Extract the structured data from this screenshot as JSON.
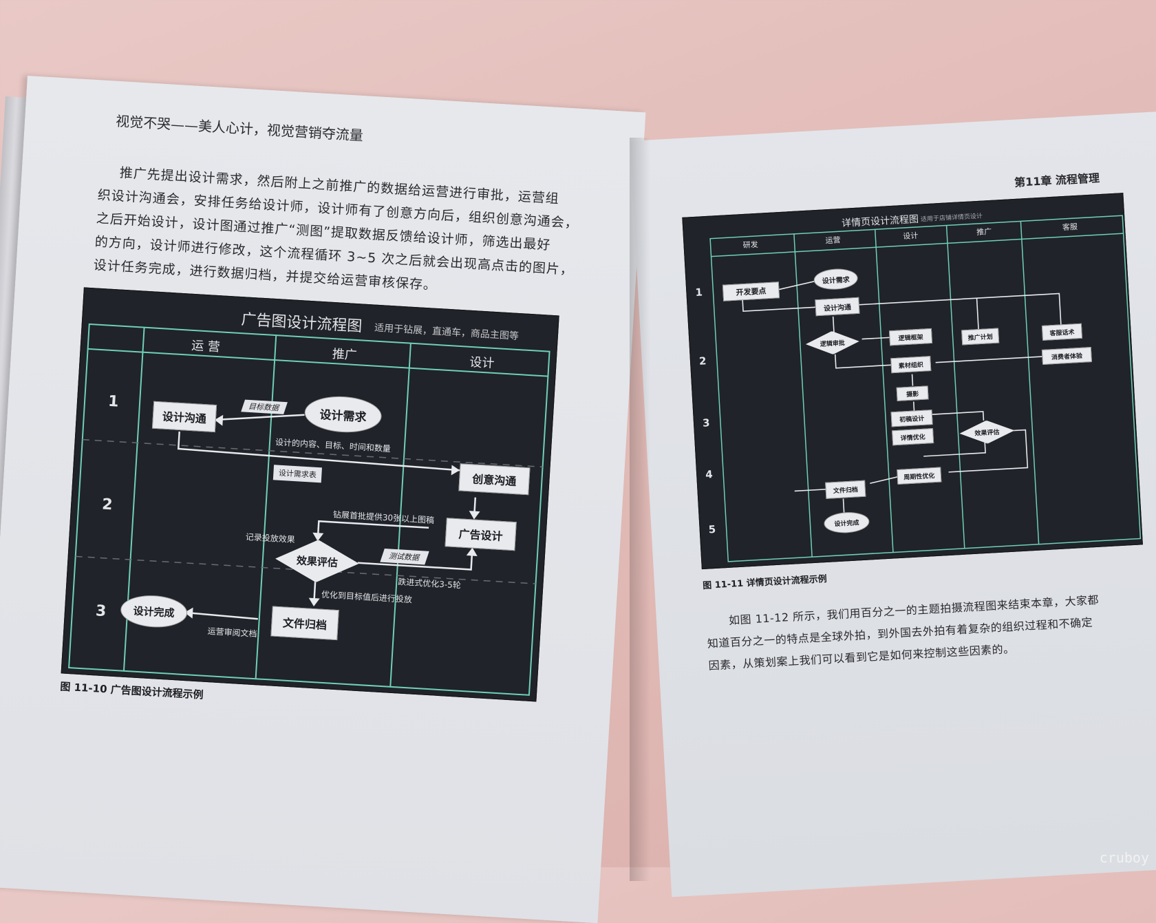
{
  "left_page": {
    "header": "视觉不哭——美人心计，视觉营销夺流量",
    "paragraph_lines": [
      "推广先提出设计需求，然后附上之前推广的数据给运营进行审批，运营组",
      "织设计沟通会，安排任务给设计师，设计师有了创意方向后，组织创意沟通会，",
      "之后开始设计，设计图通过推广“测图”提取数据反馈给设计师，筛选出最好",
      "的方向，设计师进行修改，这个流程循环 3~5 次之后就会出现高点击的图片，",
      "设计任务完成，进行数据归档，并提交给运营审核保存。"
    ],
    "figure": {
      "title": "广告图设计流程图",
      "subtitle": "适用于钻展，直通车，商品主图等",
      "lanes": [
        "运 营",
        "推广",
        "设计"
      ],
      "rows": [
        "1",
        "2",
        "3"
      ],
      "nodes": {
        "design_demand": "设计需求",
        "design_comm": "设计沟通",
        "creative_comm": "创意沟通",
        "ad_design": "广告设计",
        "effect_eval": "效果评估",
        "file_archive": "文件归档",
        "design_done": "设计完成"
      },
      "notes": {
        "target_data": "目标数据",
        "demand_sheet": "设计需求表",
        "test_data": "测试数据"
      },
      "labels": {
        "content_goal": "设计的内容、目标、时间和数量",
        "first_batch": "钻展首批提供30张以上图稿",
        "record_effect": "记录投放效果",
        "iterate": "跌进式优化3-5轮",
        "optimize_target": "优化到目标值后进行投放",
        "ops_review": "运营审阅文档"
      },
      "caption": "图 11-10  广告图设计流程示例"
    }
  },
  "right_page": {
    "header": "第11章  流程管理",
    "figure": {
      "title": "详情页设计流程图",
      "subtitle": "适用于店铺详情页设计",
      "lanes": [
        "研发",
        "运营",
        "设计",
        "推广",
        "客服"
      ],
      "rows": [
        "1",
        "2",
        "3",
        "4",
        "5"
      ],
      "nodes": {
        "dev_points": "开发要点",
        "design_demand": "设计需求",
        "design_comm": "设计沟通",
        "logic_review": "逻辑审批",
        "logic_frame": "逻辑框架",
        "promo_plan": "推广计划",
        "cs_script": "客服话术",
        "material": "素材组织",
        "shoot": "摄影",
        "draft": "初稿设计",
        "effect_eval": "效果评估",
        "detail_opt": "详情优化",
        "periodic_opt": "周期性优化",
        "file_archive": "文件归档",
        "design_done": "设计完成",
        "consumer": "消费者体验"
      },
      "caption": "图 11-11  详情页设计流程示例"
    },
    "paragraph_lines": [
      "如图 11-12 所示，我们用百分之一的主题拍摄流程图来结束本章，大家都",
      "知道百分之一的特点是全球外拍，到外国去外拍有着复杂的组织过程和不确定",
      "因素，从策划案上我们可以看到它是如何来控制这些因素的。"
    ]
  },
  "watermark": "cruboy",
  "colors": {
    "chart_bg": "#202329",
    "lane_line": "#6fd0b8",
    "page": "#e3e5ea",
    "bedsheet": "#e2bcb8"
  }
}
